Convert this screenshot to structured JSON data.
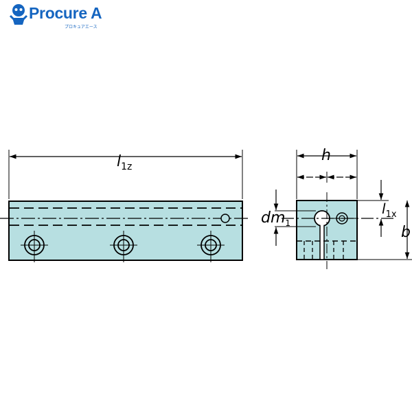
{
  "logo": {
    "brand": "Procure A",
    "kana": "プロキュアエース"
  },
  "dimensions": {
    "length": {
      "main": "l",
      "sub": "1z"
    },
    "height": {
      "main": "h",
      "sub": ""
    },
    "bore": {
      "main": "dm",
      "sub": "1"
    },
    "offset": {
      "main": "l",
      "sub": "1x"
    },
    "width": {
      "main": "b",
      "sub": ""
    }
  },
  "colors": {
    "body_fill": "#b7dfe1",
    "line": "#000000",
    "logo_blue": "#1565c0"
  },
  "mounting_holes": 3
}
